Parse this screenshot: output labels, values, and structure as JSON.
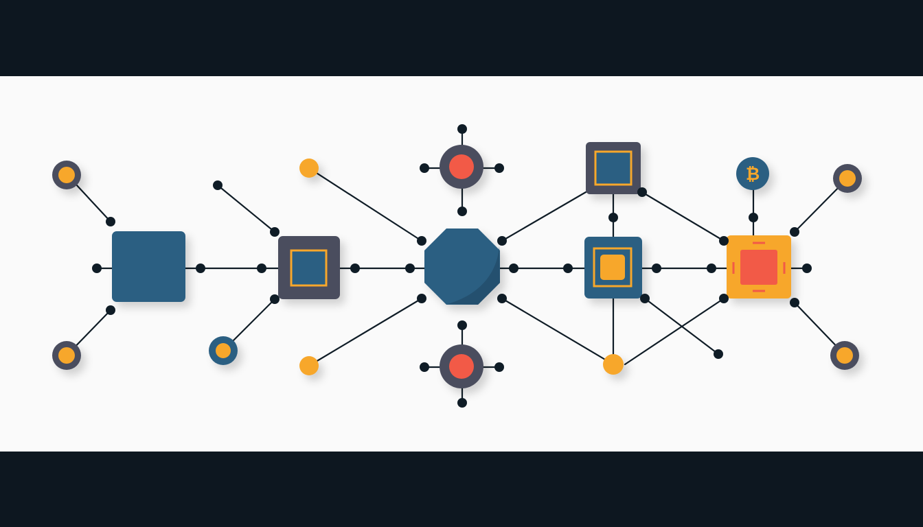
{
  "colors": {
    "background": "#fafafa",
    "band": "#0d1720",
    "line": "#0f1c26",
    "blue": "#2b5f82",
    "slate": "#4a4d5e",
    "orange": "#f7a72b",
    "red": "#f25a47"
  },
  "diagram": {
    "type": "network",
    "hub_shape": "octagon",
    "nodes": [
      {
        "id": "block-1",
        "kind": "square",
        "color": "blue"
      },
      {
        "id": "block-2",
        "kind": "square-framed",
        "color": "slate",
        "inner": "blue"
      },
      {
        "id": "hub",
        "kind": "octagon",
        "color": "blue"
      },
      {
        "id": "block-3",
        "kind": "square-framed",
        "color": "blue",
        "inner": "orange"
      },
      {
        "id": "block-4",
        "kind": "square-framed",
        "color": "slate",
        "inner": "blue"
      },
      {
        "id": "block-5",
        "kind": "square-framed",
        "color": "orange",
        "inner": "red"
      },
      {
        "id": "target-top",
        "kind": "ring",
        "color": "slate",
        "inner": "red"
      },
      {
        "id": "target-bottom",
        "kind": "ring",
        "color": "slate",
        "inner": "red"
      },
      {
        "id": "coin",
        "kind": "coin",
        "color": "blue",
        "icon": "bitcoin-icon"
      },
      {
        "id": "leaf-1",
        "kind": "ring",
        "color": "slate",
        "inner": "orange"
      },
      {
        "id": "leaf-2",
        "kind": "ring",
        "color": "slate",
        "inner": "orange"
      },
      {
        "id": "leaf-3",
        "kind": "ring",
        "color": "blue",
        "inner": "orange"
      },
      {
        "id": "leaf-4",
        "kind": "dot",
        "color": "orange"
      },
      {
        "id": "leaf-5",
        "kind": "dot",
        "color": "orange"
      },
      {
        "id": "leaf-6",
        "kind": "dot",
        "color": "orange"
      },
      {
        "id": "leaf-7",
        "kind": "ring",
        "color": "slate",
        "inner": "orange"
      },
      {
        "id": "leaf-8",
        "kind": "ring",
        "color": "slate",
        "inner": "orange"
      }
    ],
    "edges": [
      [
        "leaf-1",
        "block-1"
      ],
      [
        "leaf-2",
        "block-1"
      ],
      [
        "block-1",
        "block-2"
      ],
      [
        "leaf-3",
        "block-2"
      ],
      [
        "block-2",
        "hub"
      ],
      [
        "leaf-4",
        "hub"
      ],
      [
        "leaf-5",
        "hub"
      ],
      [
        "target-top",
        "hub"
      ],
      [
        "target-bottom",
        "hub"
      ],
      [
        "hub",
        "block-3"
      ],
      [
        "hub",
        "block-4"
      ],
      [
        "hub",
        "leaf-6"
      ],
      [
        "block-4",
        "block-3"
      ],
      [
        "block-4",
        "block-5"
      ],
      [
        "block-3",
        "leaf-6"
      ],
      [
        "block-3",
        "block-5"
      ],
      [
        "block-5",
        "leaf-6"
      ],
      [
        "coin",
        "block-5"
      ],
      [
        "block-5",
        "leaf-7"
      ],
      [
        "block-5",
        "leaf-8"
      ]
    ]
  }
}
